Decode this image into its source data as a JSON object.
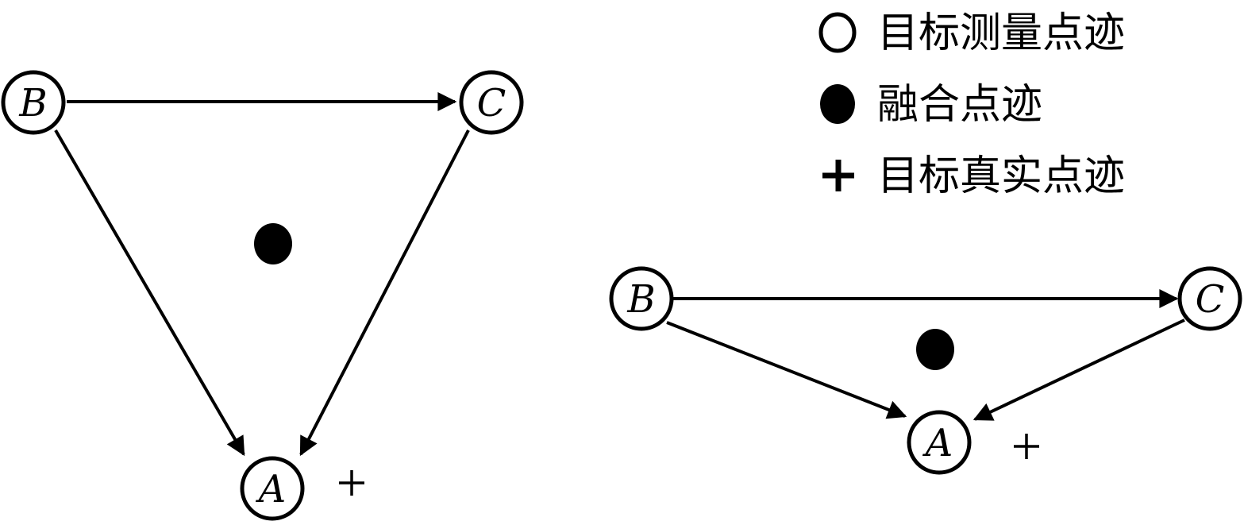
{
  "legend": {
    "measured_label": "目标测量点迹",
    "fused_label": "融合点迹",
    "truth_label": "目标真实点迹"
  },
  "graphs": [
    {
      "id": "left",
      "nodes": {
        "B": "B",
        "C": "C",
        "A": "A"
      },
      "edges": [
        [
          "B",
          "C"
        ],
        [
          "B",
          "A"
        ],
        [
          "C",
          "A"
        ]
      ]
    },
    {
      "id": "right",
      "nodes": {
        "B": "B",
        "C": "C",
        "A": "A"
      },
      "edges": [
        [
          "B",
          "C"
        ],
        [
          "B",
          "A"
        ],
        [
          "C",
          "A"
        ]
      ]
    }
  ],
  "colors": {
    "stroke": "#000000",
    "background": "#ffffff"
  }
}
